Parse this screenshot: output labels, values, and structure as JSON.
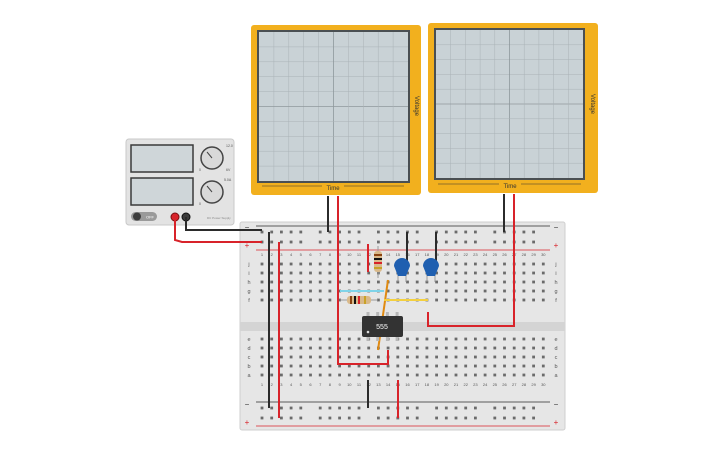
{
  "power_supply": {
    "switch_label": "OFF",
    "knob_top_max": "12.0",
    "knob_top_mid": "6V",
    "knob_top_min": "0",
    "knob_bottom_max": "5.0A",
    "knob_bottom_min": "0",
    "brand": "DC Power Supply"
  },
  "oscilloscope_left": {
    "x_label": "Time",
    "y_label": "Voltage"
  },
  "oscilloscope_right": {
    "x_label": "Time",
    "y_label": "Voltage"
  },
  "breadboard": {
    "rows_top": [
      "j",
      "i",
      "h",
      "g",
      "f"
    ],
    "rows_bottom": [
      "e",
      "d",
      "c",
      "b",
      "a"
    ],
    "rail_minus": "−",
    "rail_plus": "+",
    "column_numbers": [
      "1",
      "2",
      "3",
      "4",
      "5",
      "6",
      "7",
      "8",
      "9",
      "10",
      "11",
      "12",
      "13",
      "14",
      "15",
      "16",
      "17",
      "18",
      "19",
      "20",
      "21",
      "22",
      "23",
      "24",
      "25",
      "26",
      "27",
      "28",
      "29",
      "30"
    ]
  },
  "ic": {
    "label": "555"
  },
  "colors": {
    "scope_frame": "#f2b01e",
    "scope_screen": "#c9d2d6",
    "board": "#e6e6e6",
    "wire_red": "#d8232a",
    "wire_black": "#2b2b2b",
    "capacitor": "#1f5fb0",
    "ic_body": "#333333"
  }
}
